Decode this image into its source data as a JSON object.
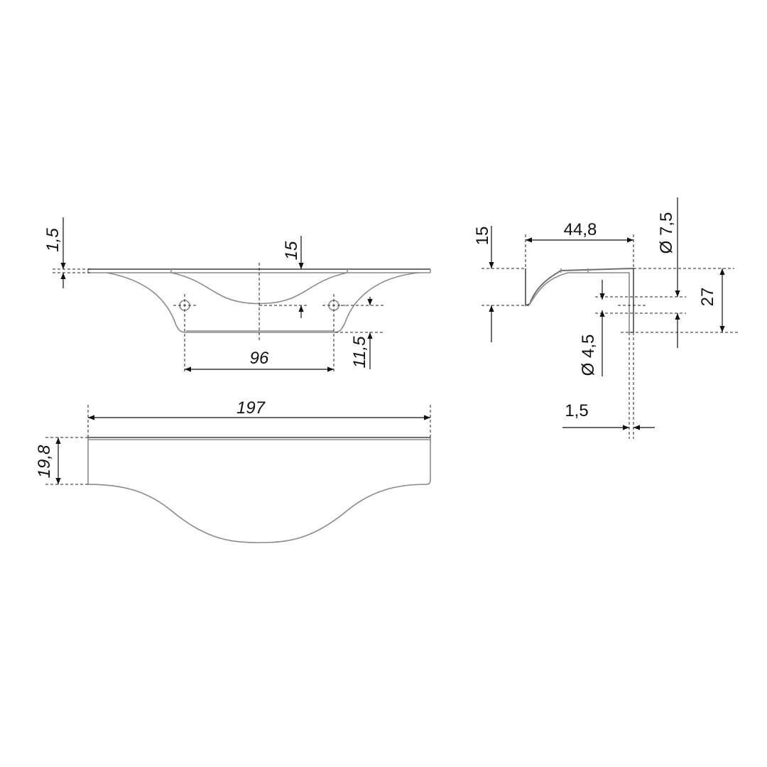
{
  "dimensions": {
    "d_1_5_top": "1,5",
    "d_15_depth": "15",
    "d_11_5": "11,5",
    "d_96": "96",
    "d_197": "197",
    "d_19_8": "19,8",
    "d_15_side": "15",
    "d_44_8": "44,8",
    "d_dia_7_5": "Ø 7,5",
    "d_27": "27",
    "d_dia_4_5": "Ø 4,5",
    "d_1_5_side": "1,5"
  }
}
